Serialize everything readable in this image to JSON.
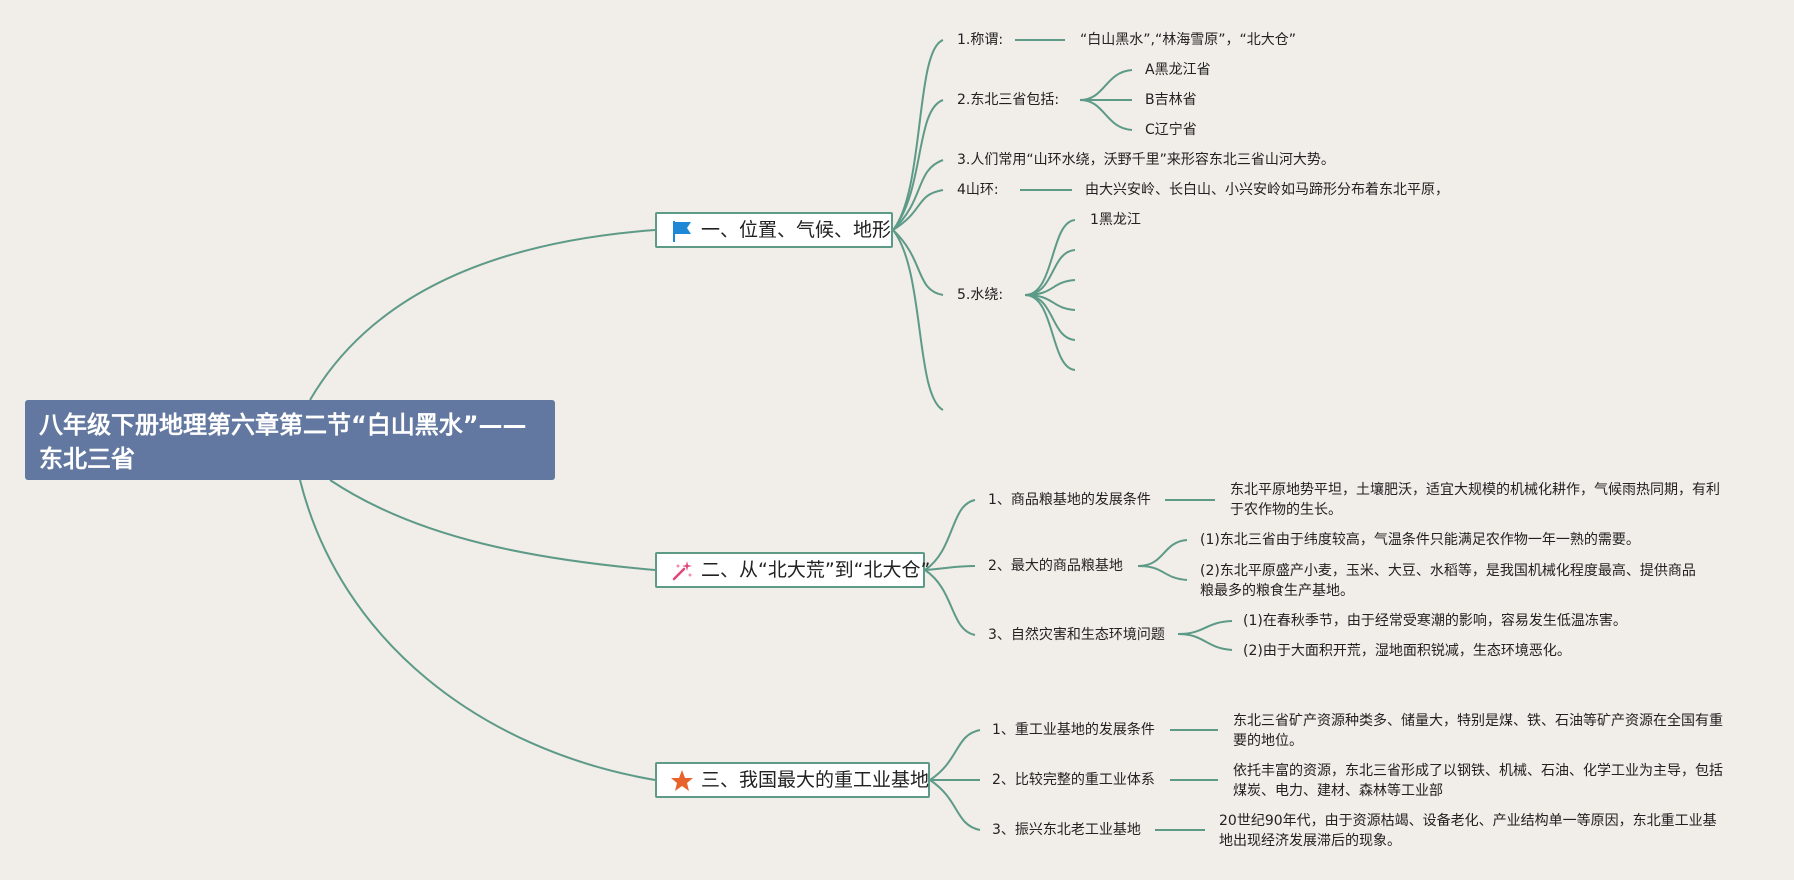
{
  "root": {
    "title": "八年级下册地理第六章第二节“白山黑水”——东北三省"
  },
  "branch1": {
    "title": "一、位置、气候、地形",
    "icon": "blue-flag-icon",
    "items": {
      "cheng_wei_label": "1.称谓:",
      "cheng_wei_value": "“白山黑水”,“林海雪原”，“北大仓”",
      "provinces_label": "2.东北三省包括:",
      "provinces": [
        "A黑龙江省",
        "B吉林省",
        "C辽宁省"
      ],
      "shan_he": "3.人们常用“山环水绕，沃野千里”来形容东北三省山河大势。",
      "shan_huan_label": "4山环:",
      "shan_huan_value": "由大兴安岭、长白山、小兴安岭如马蹄形分布着东北平原，",
      "shui_rao_label": "5.水绕:",
      "rivers": [
        "1黑龙江"
      ]
    }
  },
  "branch2": {
    "title": "二、从“北大荒”到“北大仓”",
    "icon": "magic-wand-icon",
    "items": {
      "cond_label": "1、商品粮基地的发展条件",
      "cond_value": "东北平原地势平坦，土壤肥沃，适宜大规模的机械化耕作，气候雨热同期，有利于农作物的生长。",
      "base_label": "2、最大的商品粮基地",
      "base_values": [
        "(1)东北三省由于纬度较高，气温条件只能满足农作物一年一熟的需要。",
        "(2)东北平原盛产小麦，玉米、大豆、水稻等，是我国机械化程度最高、提供商品粮最多的粮食生产基地。"
      ],
      "disaster_label": "3、自然灾害和生态环境问题",
      "disaster_values": [
        "(1)在春秋季节，由于经常受寒潮的影响，容易发生低温冻害。",
        "(2)由于大面积开荒，湿地面积锐减，生态环境恶化。"
      ]
    }
  },
  "branch3": {
    "title": "三、我国最大的重工业基地",
    "icon": "orange-star-icon",
    "items": {
      "cond_label": "1、重工业基地的发展条件",
      "cond_value": "东北三省矿产资源种类多、储量大，特别是煤、铁、石油等矿产资源在全国有重要的地位。",
      "system_label": "2、比较完整的重工业体系",
      "system_value": "依托丰富的资源，东北三省形成了以钢铁、机械、石油、化学工业为主导，包括煤炭、电力、建材、森林等工业部",
      "revive_label": "3、振兴东北老工业基地",
      "revive_value": "20世纪90年代，由于资源枯竭、设备老化、产业结构单一等原因，东北重工业基地出现经济发展滞后的现象。"
    }
  },
  "colors": {
    "line": "#5d9a88",
    "root_bg": "#6278a0",
    "background": "#f1ede8",
    "flag": "#1e88d6",
    "star": "#e8622c",
    "wand": "#e0457b"
  }
}
